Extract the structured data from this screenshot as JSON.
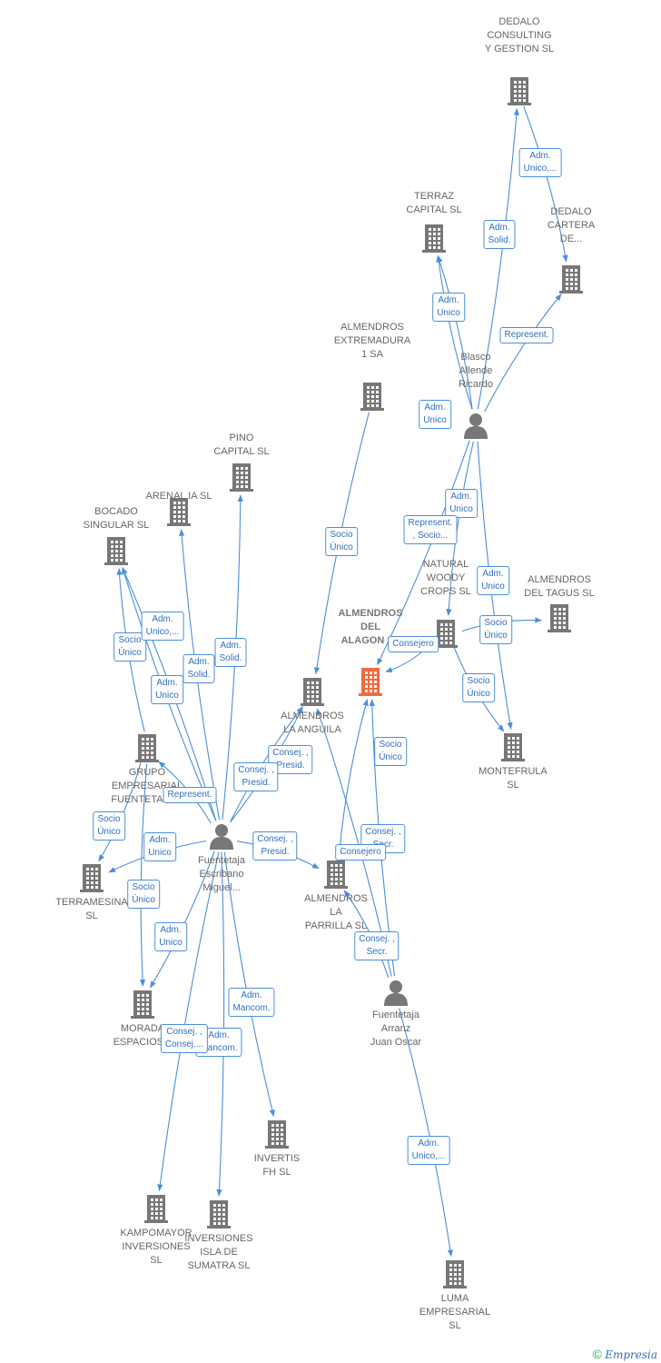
{
  "nodes": [
    {
      "id": "dedalo_consulting",
      "label": "DEDALO\nCONSULTING\nY GESTION  SL",
      "kind": "company"
    },
    {
      "id": "dedalo_cartera",
      "label": "DEDALO\nCARTERA\nDE...",
      "kind": "company"
    },
    {
      "id": "terraz",
      "label": "TERRAZ\nCAPITAL  SL",
      "kind": "company"
    },
    {
      "id": "almendros_extremadura",
      "label": "ALMENDROS\nEXTREMADURA\n1 SA",
      "kind": "company"
    },
    {
      "id": "blasco",
      "label": "Blasco\nAllende\nRicardo",
      "kind": "person"
    },
    {
      "id": "pino",
      "label": "PINO\nCAPITAL SL",
      "kind": "company"
    },
    {
      "id": "arenal",
      "label": "ARENAL IA  SL",
      "kind": "company"
    },
    {
      "id": "bocado",
      "label": "BOCADO\nSINGULAR  SL",
      "kind": "company"
    },
    {
      "id": "natural_woody",
      "label": "NATURAL\nWOODY\nCROPS  SL",
      "kind": "company"
    },
    {
      "id": "almendros_tagus",
      "label": "ALMENDROS\nDEL TAGUS  SL",
      "kind": "company"
    },
    {
      "id": "almendros_alagon",
      "label": "ALMENDROS\nDEL\nALAGON  SL",
      "kind": "focus"
    },
    {
      "id": "almendros_anguila",
      "label": "ALMENDROS\nLA ANGUILA",
      "kind": "company"
    },
    {
      "id": "montefrula",
      "label": "MONTEFRULA\nSL",
      "kind": "company"
    },
    {
      "id": "grupo",
      "label": "GRUPO\nEMPRESARIAL\nFUENTETAJA...",
      "kind": "company"
    },
    {
      "id": "fuentetaja_miguel",
      "label": "Fuentetaja\nEscribano\nMiguel...",
      "kind": "person"
    },
    {
      "id": "terramesina",
      "label": "TERRAMESINA\nSL",
      "kind": "company"
    },
    {
      "id": "almendros_parrilla",
      "label": "ALMENDROS\nLA\nPARRILLA  SL",
      "kind": "company"
    },
    {
      "id": "fuentetaja_juan",
      "label": "Fuentetaja\nArranz\nJuan Oscar",
      "kind": "person"
    },
    {
      "id": "morada",
      "label": "MORADA\nESPACIOS...",
      "kind": "company"
    },
    {
      "id": "invertis",
      "label": "INVERTIS\nFH SL",
      "kind": "company"
    },
    {
      "id": "kampomayor",
      "label": "KAMPOMAYOR\nINVERSIONES\nSL",
      "kind": "company"
    },
    {
      "id": "inversiones_isla",
      "label": "INVERSIONES\nISLA DE\nSUMATRA  SL",
      "kind": "company"
    },
    {
      "id": "luma",
      "label": "LUMA\nEMPRESARIAL\nSL",
      "kind": "company"
    }
  ],
  "edges": [
    {
      "from": "dedalo_consulting",
      "to": "dedalo_cartera",
      "label": "Adm.\nUnico,..."
    },
    {
      "from": "blasco",
      "to": "dedalo_consulting",
      "label": "Adm.\nSolid."
    },
    {
      "from": "blasco",
      "to": "dedalo_cartera",
      "label": "Represent."
    },
    {
      "from": "blasco",
      "to": "terraz",
      "label": "Adm.\nUnico"
    },
    {
      "from": "blasco",
      "to": "terraz",
      "label": "Adm.\nUnico"
    },
    {
      "from": "blasco",
      "to": "natural_woody",
      "label": "Adm.\nUnico"
    },
    {
      "from": "blasco",
      "to": "almendros_alagon",
      "label": "Represent.\n, Socio..."
    },
    {
      "from": "blasco",
      "to": "montefrula",
      "label": "Adm.\nUnico"
    },
    {
      "from": "natural_woody",
      "to": "almendros_tagus",
      "label": "Socio\nÚnico"
    },
    {
      "from": "natural_woody",
      "to": "montefrula",
      "label": "Socio\nÚnico"
    },
    {
      "from": "natural_woody",
      "to": "almendros_alagon",
      "label": "Consejero"
    },
    {
      "from": "almendros_extremadura",
      "to": "almendros_anguila",
      "label": "Socio\nÚnico"
    },
    {
      "from": "grupo",
      "to": "bocado",
      "label": "Socio\nÚnico"
    },
    {
      "from": "fuentetaja_miguel",
      "to": "bocado",
      "label": "Adm.\nUnico,..."
    },
    {
      "from": "fuentetaja_miguel",
      "to": "arenal",
      "label": "Adm.\nSolid."
    },
    {
      "from": "fuentetaja_miguel",
      "to": "pino",
      "label": "Adm.\nSolid."
    },
    {
      "from": "fuentetaja_miguel",
      "to": "bocado",
      "label": "Adm.\nUnico"
    },
    {
      "from": "fuentetaja_miguel",
      "to": "almendros_anguila",
      "label": "Consej. ,\nPresid."
    },
    {
      "from": "fuentetaja_miguel",
      "to": "almendros_anguila",
      "label": "Consej. ,\nPresid."
    },
    {
      "from": "fuentetaja_miguel",
      "to": "grupo",
      "label": "Represent."
    },
    {
      "from": "grupo",
      "to": "terramesina",
      "label": "Socio\nÚnico"
    },
    {
      "from": "fuentetaja_miguel",
      "to": "terramesina",
      "label": "Adm.\nUnico"
    },
    {
      "from": "fuentetaja_miguel",
      "to": "almendros_parrilla",
      "label": "Consej. ,\nPresid."
    },
    {
      "from": "grupo",
      "to": "morada",
      "label": "Socio\nÚnico"
    },
    {
      "from": "fuentetaja_miguel",
      "to": "morada",
      "label": "Adm.\nUnico"
    },
    {
      "from": "fuentetaja_miguel",
      "to": "invertis",
      "label": "Adm.\nMancom."
    },
    {
      "from": "fuentetaja_miguel",
      "to": "inversiones_isla",
      "label": "Adm.\nMancom."
    },
    {
      "from": "fuentetaja_miguel",
      "to": "kampomayor",
      "label": "Consej. ,\nConsej...."
    },
    {
      "from": "almendros_parrilla",
      "to": "almendros_alagon",
      "label": "Socio\nÚnico"
    },
    {
      "from": "fuentetaja_juan",
      "to": "almendros_anguila",
      "label": "Consej. ,\nSecr."
    },
    {
      "from": "fuentetaja_juan",
      "to": "almendros_alagon",
      "label": "Consejero"
    },
    {
      "from": "fuentetaja_juan",
      "to": "almendros_parrilla",
      "label": "Consej. ,\nSecr."
    },
    {
      "from": "fuentetaja_juan",
      "to": "luma",
      "label": "Adm.\nUnico,..."
    }
  ],
  "colors": {
    "edge": "#4a8fdc",
    "company": "#777777",
    "focus": "#f26a3d",
    "person": "#777777"
  },
  "footer": {
    "copyright": "©",
    "brand": "Empresia"
  }
}
